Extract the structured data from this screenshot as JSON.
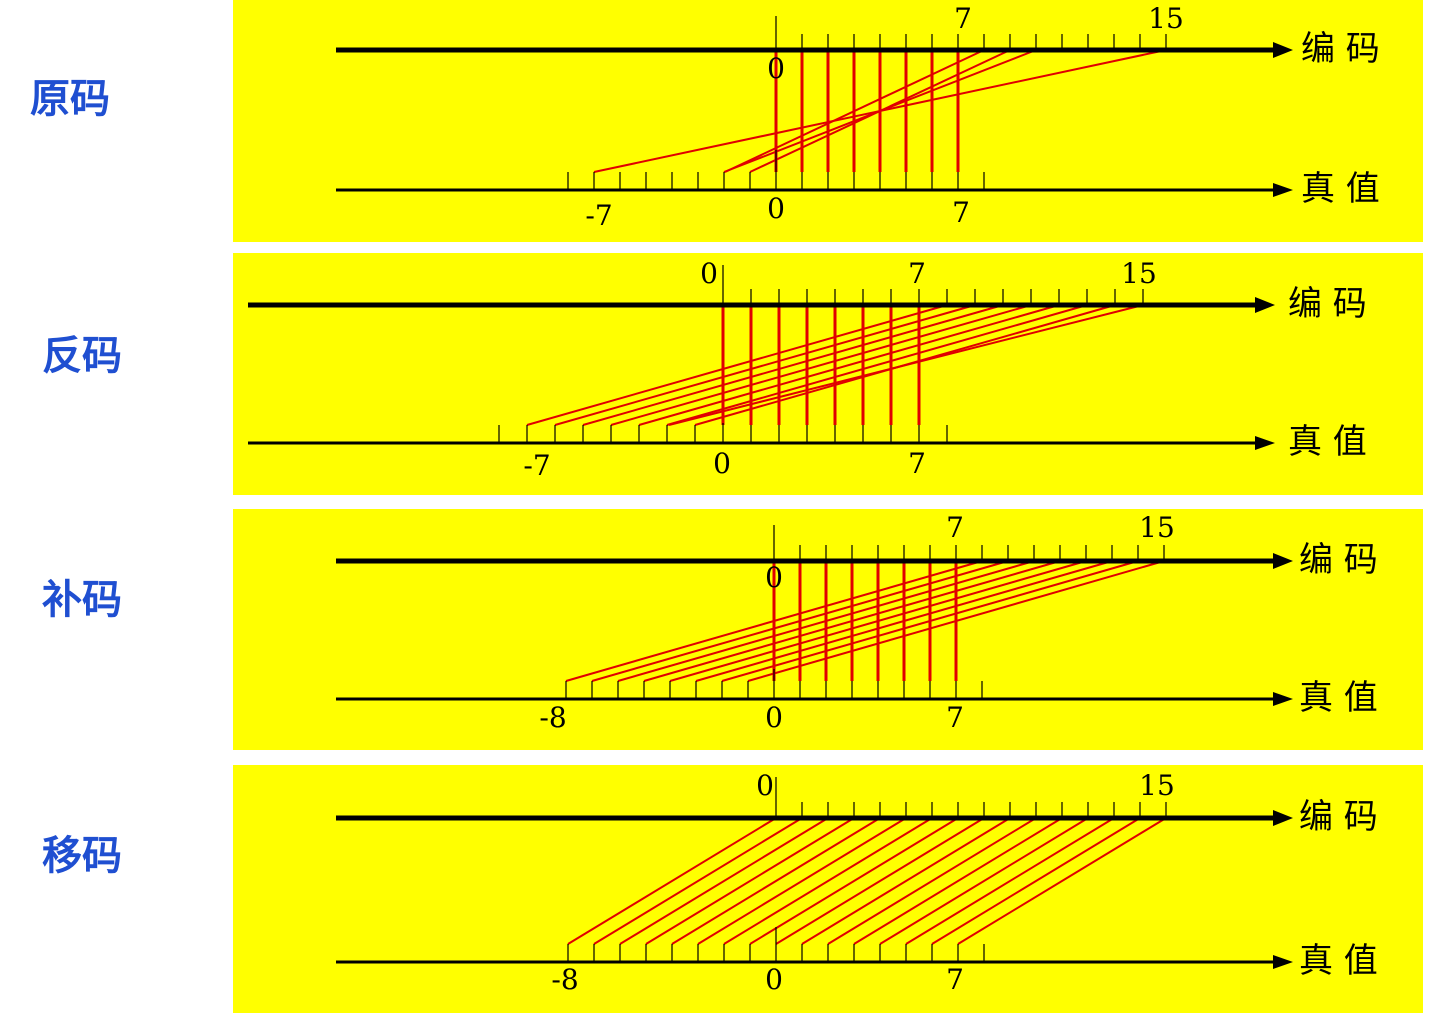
{
  "colors": {
    "panel_bg": "#ffff00",
    "label": "#1f4fd1",
    "map_line": "#e00000",
    "axis": "#000000"
  },
  "axis_names": {
    "code": "编 码",
    "value": "真 值"
  },
  "panels": [
    {
      "label": "原码",
      "code_labels": {
        "zero": "0",
        "seven": "7",
        "fifteen": "15"
      },
      "value_labels": {
        "neg": "-7",
        "zero": "0",
        "seven": "7"
      },
      "mapping": [
        {
          "value": 0,
          "code": 0
        },
        {
          "value": 1,
          "code": 1
        },
        {
          "value": 2,
          "code": 2
        },
        {
          "value": 3,
          "code": 3
        },
        {
          "value": 4,
          "code": 4
        },
        {
          "value": 5,
          "code": 5
        },
        {
          "value": 6,
          "code": 6
        },
        {
          "value": 7,
          "code": 7
        },
        {
          "value": 0,
          "code": 8
        },
        {
          "value": -1,
          "code": 9
        },
        {
          "value": -2,
          "code": 10
        },
        {
          "value": -7,
          "code": 15
        }
      ]
    },
    {
      "label": "反码",
      "code_labels": {
        "zero": "0",
        "seven": "7",
        "fifteen": "15"
      },
      "value_labels": {
        "neg": "-7",
        "zero": "0",
        "seven": "7"
      },
      "mapping": [
        {
          "value": 0,
          "code": 0
        },
        {
          "value": 1,
          "code": 1
        },
        {
          "value": 2,
          "code": 2
        },
        {
          "value": 3,
          "code": 3
        },
        {
          "value": 4,
          "code": 4
        },
        {
          "value": 5,
          "code": 5
        },
        {
          "value": 6,
          "code": 6
        },
        {
          "value": 7,
          "code": 7
        },
        {
          "value": -7,
          "code": 8
        },
        {
          "value": -6,
          "code": 9
        },
        {
          "value": -5,
          "code": 10
        },
        {
          "value": -4,
          "code": 11
        },
        {
          "value": -3,
          "code": 12
        },
        {
          "value": -2,
          "code": 13
        },
        {
          "value": -1,
          "code": 14
        },
        {
          "value": 0,
          "code": 15
        }
      ]
    },
    {
      "label": "补码",
      "code_labels": {
        "zero": "0",
        "seven": "7",
        "fifteen": "15"
      },
      "value_labels": {
        "neg": "-8",
        "zero": "0",
        "seven": "7"
      },
      "mapping": [
        {
          "value": 0,
          "code": 0
        },
        {
          "value": 1,
          "code": 1
        },
        {
          "value": 2,
          "code": 2
        },
        {
          "value": 3,
          "code": 3
        },
        {
          "value": 4,
          "code": 4
        },
        {
          "value": 5,
          "code": 5
        },
        {
          "value": 6,
          "code": 6
        },
        {
          "value": 7,
          "code": 7
        },
        {
          "value": -8,
          "code": 8
        },
        {
          "value": -7,
          "code": 9
        },
        {
          "value": -6,
          "code": 10
        },
        {
          "value": -5,
          "code": 11
        },
        {
          "value": -4,
          "code": 12
        },
        {
          "value": -3,
          "code": 13
        },
        {
          "value": -2,
          "code": 14
        },
        {
          "value": -1,
          "code": 15
        }
      ]
    },
    {
      "label": "移码",
      "code_labels": {
        "zero": "0",
        "seven": "",
        "fifteen": "15"
      },
      "value_labels": {
        "neg": "-8",
        "zero": "0",
        "seven": "7"
      },
      "mapping": [
        {
          "value": -8,
          "code": 0
        },
        {
          "value": -7,
          "code": 1
        },
        {
          "value": -6,
          "code": 2
        },
        {
          "value": -5,
          "code": 3
        },
        {
          "value": -4,
          "code": 4
        },
        {
          "value": -3,
          "code": 5
        },
        {
          "value": -2,
          "code": 6
        },
        {
          "value": -1,
          "code": 7
        },
        {
          "value": 0,
          "code": 8
        },
        {
          "value": 1,
          "code": 9
        },
        {
          "value": 2,
          "code": 10
        },
        {
          "value": 3,
          "code": 11
        },
        {
          "value": 4,
          "code": 12
        },
        {
          "value": 5,
          "code": 13
        },
        {
          "value": 6,
          "code": 14
        },
        {
          "value": 7,
          "code": 15
        }
      ]
    }
  ]
}
